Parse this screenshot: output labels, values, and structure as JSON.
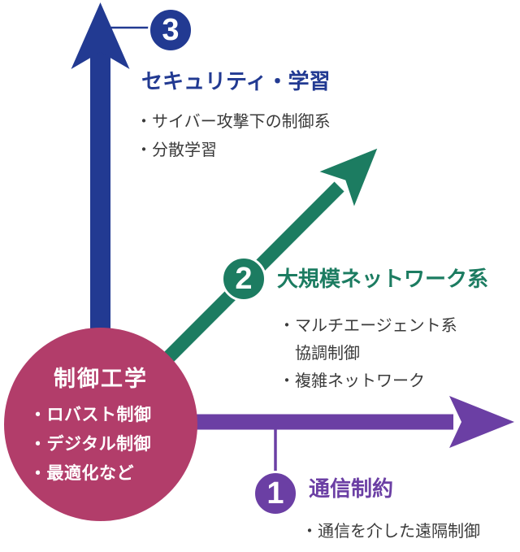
{
  "colors": {
    "blue": "#223a92",
    "green": "#1c7c61",
    "purple": "#6b3fa4",
    "magenta": "#b23d6a",
    "ink": "#3a3a3a",
    "white": "#ffffff",
    "background": "#ffffff"
  },
  "center": {
    "title": "制御工学",
    "bullets": [
      "・ロバスト制御",
      "・デジタル制御",
      "・最適化など"
    ]
  },
  "axis1": {
    "number": "1",
    "title": "通信制約",
    "bullets": [
      "・通信を介した遠隔制御"
    ]
  },
  "axis2": {
    "number": "2",
    "title": "大規模ネットワーク系",
    "bullets": [
      "・マルチエージェント系",
      "　協調制御",
      "・複雑ネットワーク"
    ]
  },
  "axis3": {
    "number": "3",
    "title": "セキュリティ・学習",
    "bullets": [
      "・サイバー攻撃下の制御系",
      "・分散学習"
    ]
  }
}
